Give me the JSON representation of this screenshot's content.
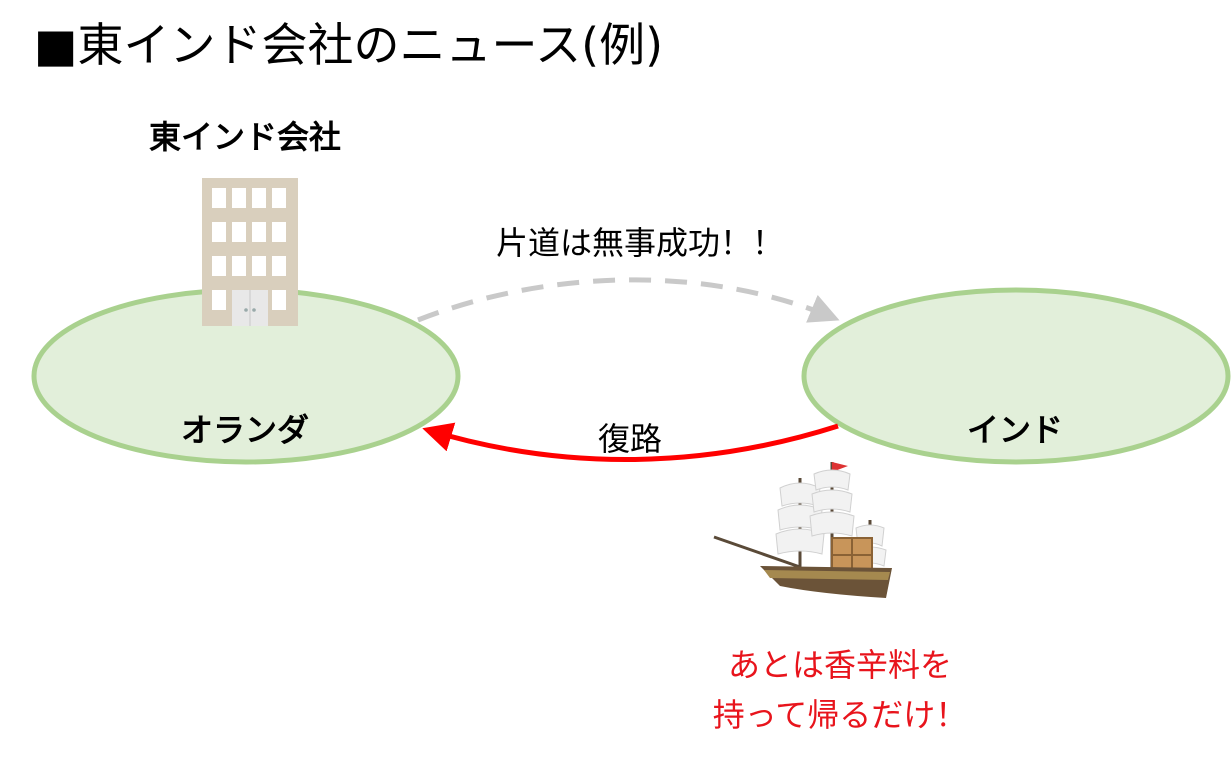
{
  "title": "■東インド会社のニュース(例)",
  "company": {
    "label": "東インド会社",
    "icon": "office-building-icon"
  },
  "regions": {
    "netherlands": {
      "label": "オランダ",
      "fill": "#e2efda",
      "stroke": "#a9d18e"
    },
    "india": {
      "label": "インド",
      "fill": "#e2efda",
      "stroke": "#a9d18e"
    }
  },
  "routes": {
    "outbound": {
      "label": "片道は無事成功！！",
      "color": "#c9c9c9",
      "style": "dashed"
    },
    "return": {
      "label": "復路",
      "color": "#ff0000",
      "style": "solid"
    }
  },
  "ship": {
    "icon": "sailing-ship-with-cargo-icon"
  },
  "note": {
    "line1": "あとは香辛料を",
    "line2": "持って帰るだけ！",
    "color": "#e8141c"
  }
}
